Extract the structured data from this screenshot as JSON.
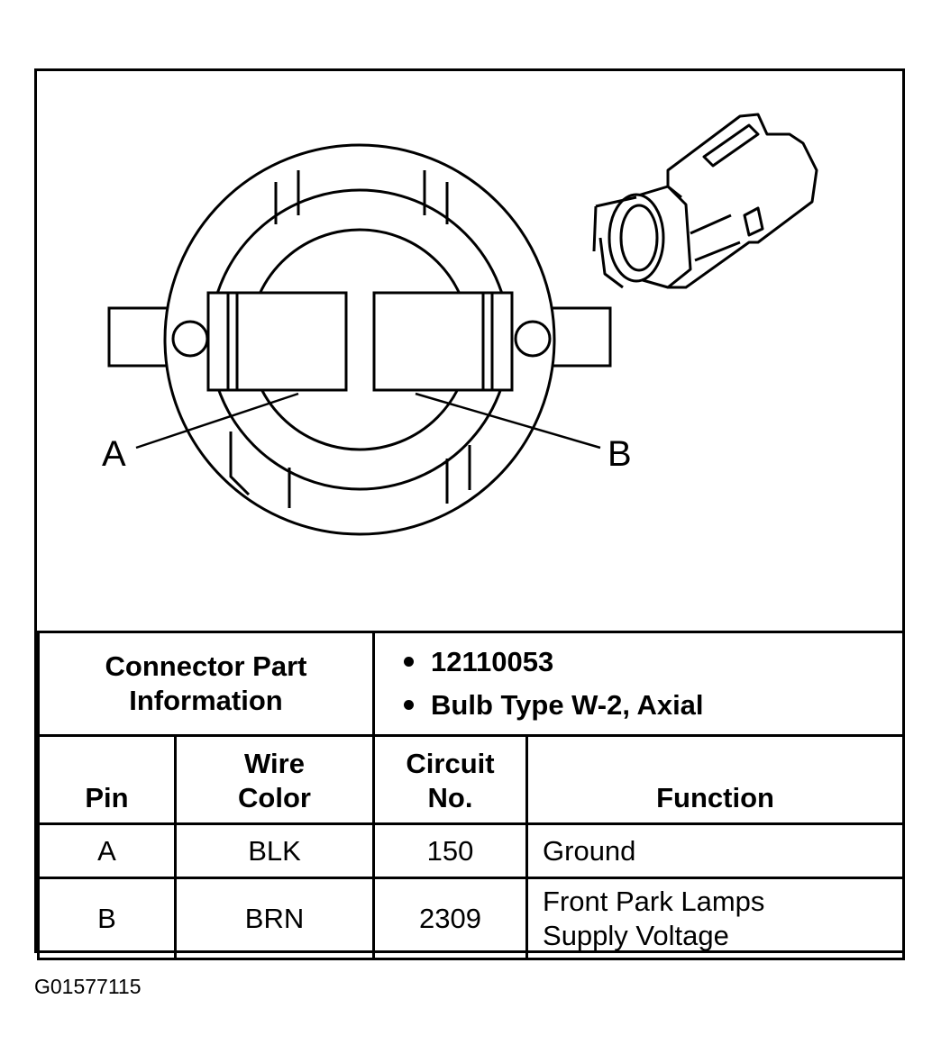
{
  "diagram": {
    "pin_labels": [
      "A",
      "B"
    ],
    "icons": [
      "connector-face-icon",
      "connector-body-icon"
    ]
  },
  "info_table": {
    "part_info_label": [
      "Connector Part",
      "Information"
    ],
    "part_info_items": [
      "12110053",
      "Bulb Type W-2, Axial"
    ],
    "headers": {
      "pin": "Pin",
      "wire_color": [
        "Wire",
        "Color"
      ],
      "circuit_no": [
        "Circuit",
        "No."
      ],
      "function": "Function"
    },
    "rows": [
      {
        "pin": "A",
        "wire_color": "BLK",
        "circuit_no": "150",
        "function": [
          "Ground"
        ]
      },
      {
        "pin": "B",
        "wire_color": "BRN",
        "circuit_no": "2309",
        "function": [
          "Front Park Lamps",
          "Supply Voltage"
        ]
      }
    ]
  },
  "reference_code": "G01577115"
}
